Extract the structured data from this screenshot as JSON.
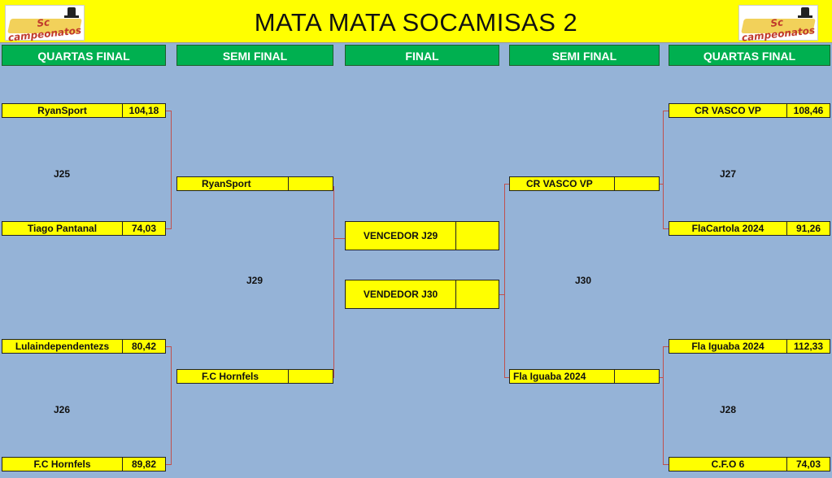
{
  "title": "MATA MATA SOCAMISAS 2",
  "logo_text": "Sc campeonatos",
  "stages": {
    "left_quarters": "QUARTAS FINAL",
    "left_semi": "SEMI FINAL",
    "final": "FINAL",
    "right_semi": "SEMI FINAL",
    "right_quarters": "QUARTAS FINAL"
  },
  "left_quarters": [
    {
      "name": "RyanSport",
      "score": "104,18"
    },
    {
      "name": "Tiago Pantanal",
      "score": "74,03"
    },
    {
      "name": "Lulaindependentezs",
      "score": "80,42"
    },
    {
      "name": "F.C Hornfels",
      "score": "89,82"
    }
  ],
  "left_semis": [
    {
      "name": "RyanSport",
      "score": ""
    },
    {
      "name": "F.C Hornfels",
      "score": ""
    }
  ],
  "right_quarters": [
    {
      "name": "CR VASCO VP",
      "score": "108,46"
    },
    {
      "name": "FlaCartola 2024",
      "score": "91,26"
    },
    {
      "name": "Fla Iguaba 2024",
      "score": "112,33"
    },
    {
      "name": "C.F.O 6",
      "score": "74,03"
    }
  ],
  "right_semis": [
    {
      "name": "CR VASCO VP",
      "score": ""
    },
    {
      "name": "Fla Iguaba 2024",
      "score": ""
    }
  ],
  "finals": [
    {
      "name": "VENCEDOR J29",
      "score": ""
    },
    {
      "name": "VENDEDOR J30",
      "score": ""
    }
  ],
  "games": {
    "j25": "J25",
    "j26": "J26",
    "j27": "J27",
    "j28": "J28",
    "j29": "J29",
    "j30": "J30"
  },
  "colors": {
    "background": "#95b3d7",
    "title_bar": "#ffff00",
    "stage_header": "#00b050",
    "team_cell": "#ffff00",
    "connector": "#c0504d"
  }
}
